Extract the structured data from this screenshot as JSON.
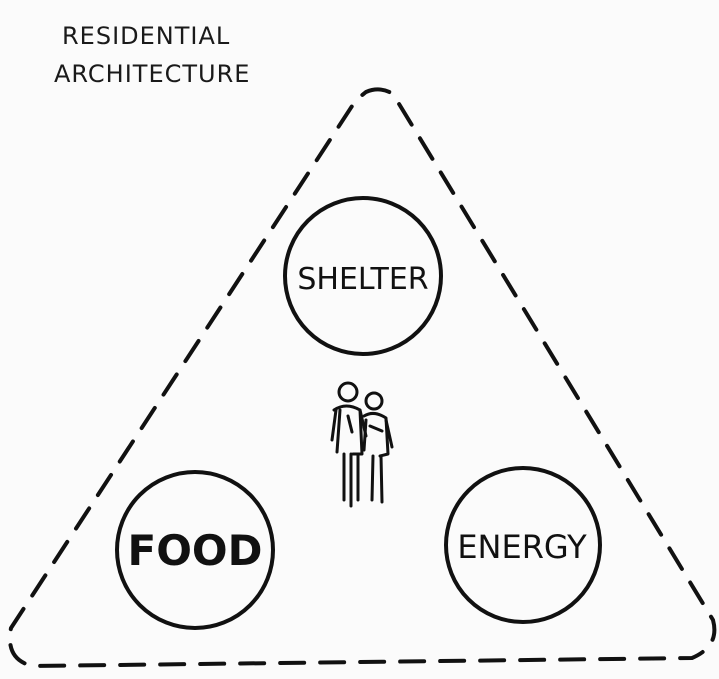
{
  "title": {
    "line1": "RESIDENTIAL",
    "line2": "ARCHITECTURE"
  },
  "nodes": {
    "top": {
      "label": "SHELTER"
    },
    "bottom_left": {
      "label": "FOOD"
    },
    "bottom_right": {
      "label": "ENERGY"
    }
  },
  "center_icon": "people-icon",
  "colors": {
    "ink": "#111111",
    "paper": "#ffffff"
  }
}
